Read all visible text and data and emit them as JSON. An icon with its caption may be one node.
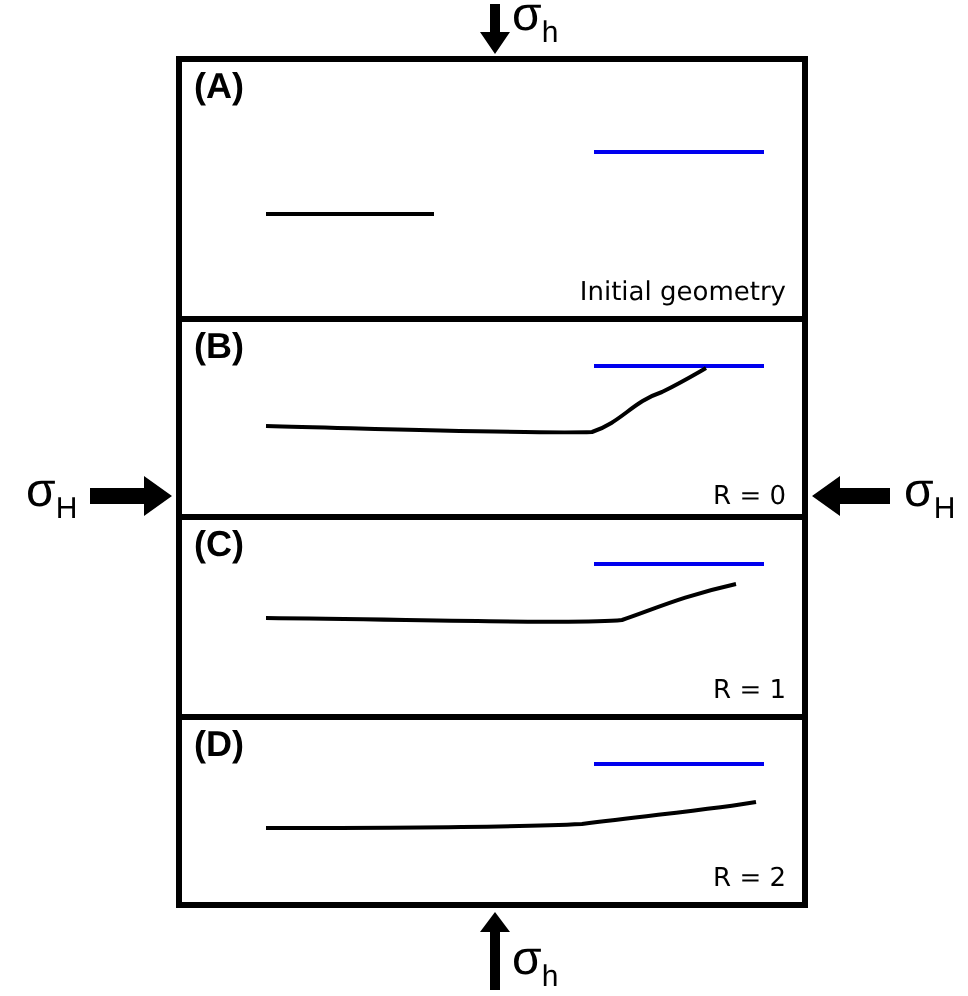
{
  "diagram": {
    "nodes": [
      {
        "text": [],
        "shape": "box"
      },
      {
        "text": [
          "(A)",
          "Initial geometry"
        ],
        "in": 0
      },
      {
        "text": [
          "(B)",
          "R = 0"
        ],
        "in": 0
      },
      {
        "text": [
          "(C)",
          "R = 1"
        ],
        "in": 0
      },
      {
        "text": [
          "(D)",
          "R = 2"
        ],
        "in": 0
      }
    ],
    "edges": [],
    "labels": [
      "σ$_{h}$",
      "σ$_{H}$",
      "σ$_{H}$",
      "σ$_{h}$"
    ]
  }
}
